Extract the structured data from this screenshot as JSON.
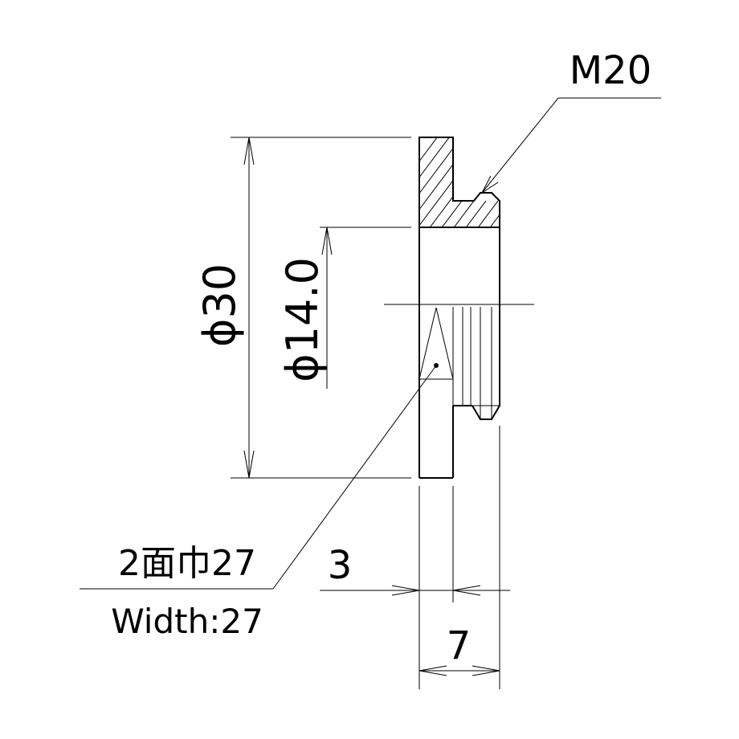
{
  "labels": {
    "thread": "M20",
    "outer_diameter": "ϕ30",
    "bore_diameter": "ϕ14.0",
    "width_across_flats_jp": "2面巾27",
    "width_across_flats_en": "Width:27",
    "flange_thickness": "3",
    "overall_length": "7"
  }
}
